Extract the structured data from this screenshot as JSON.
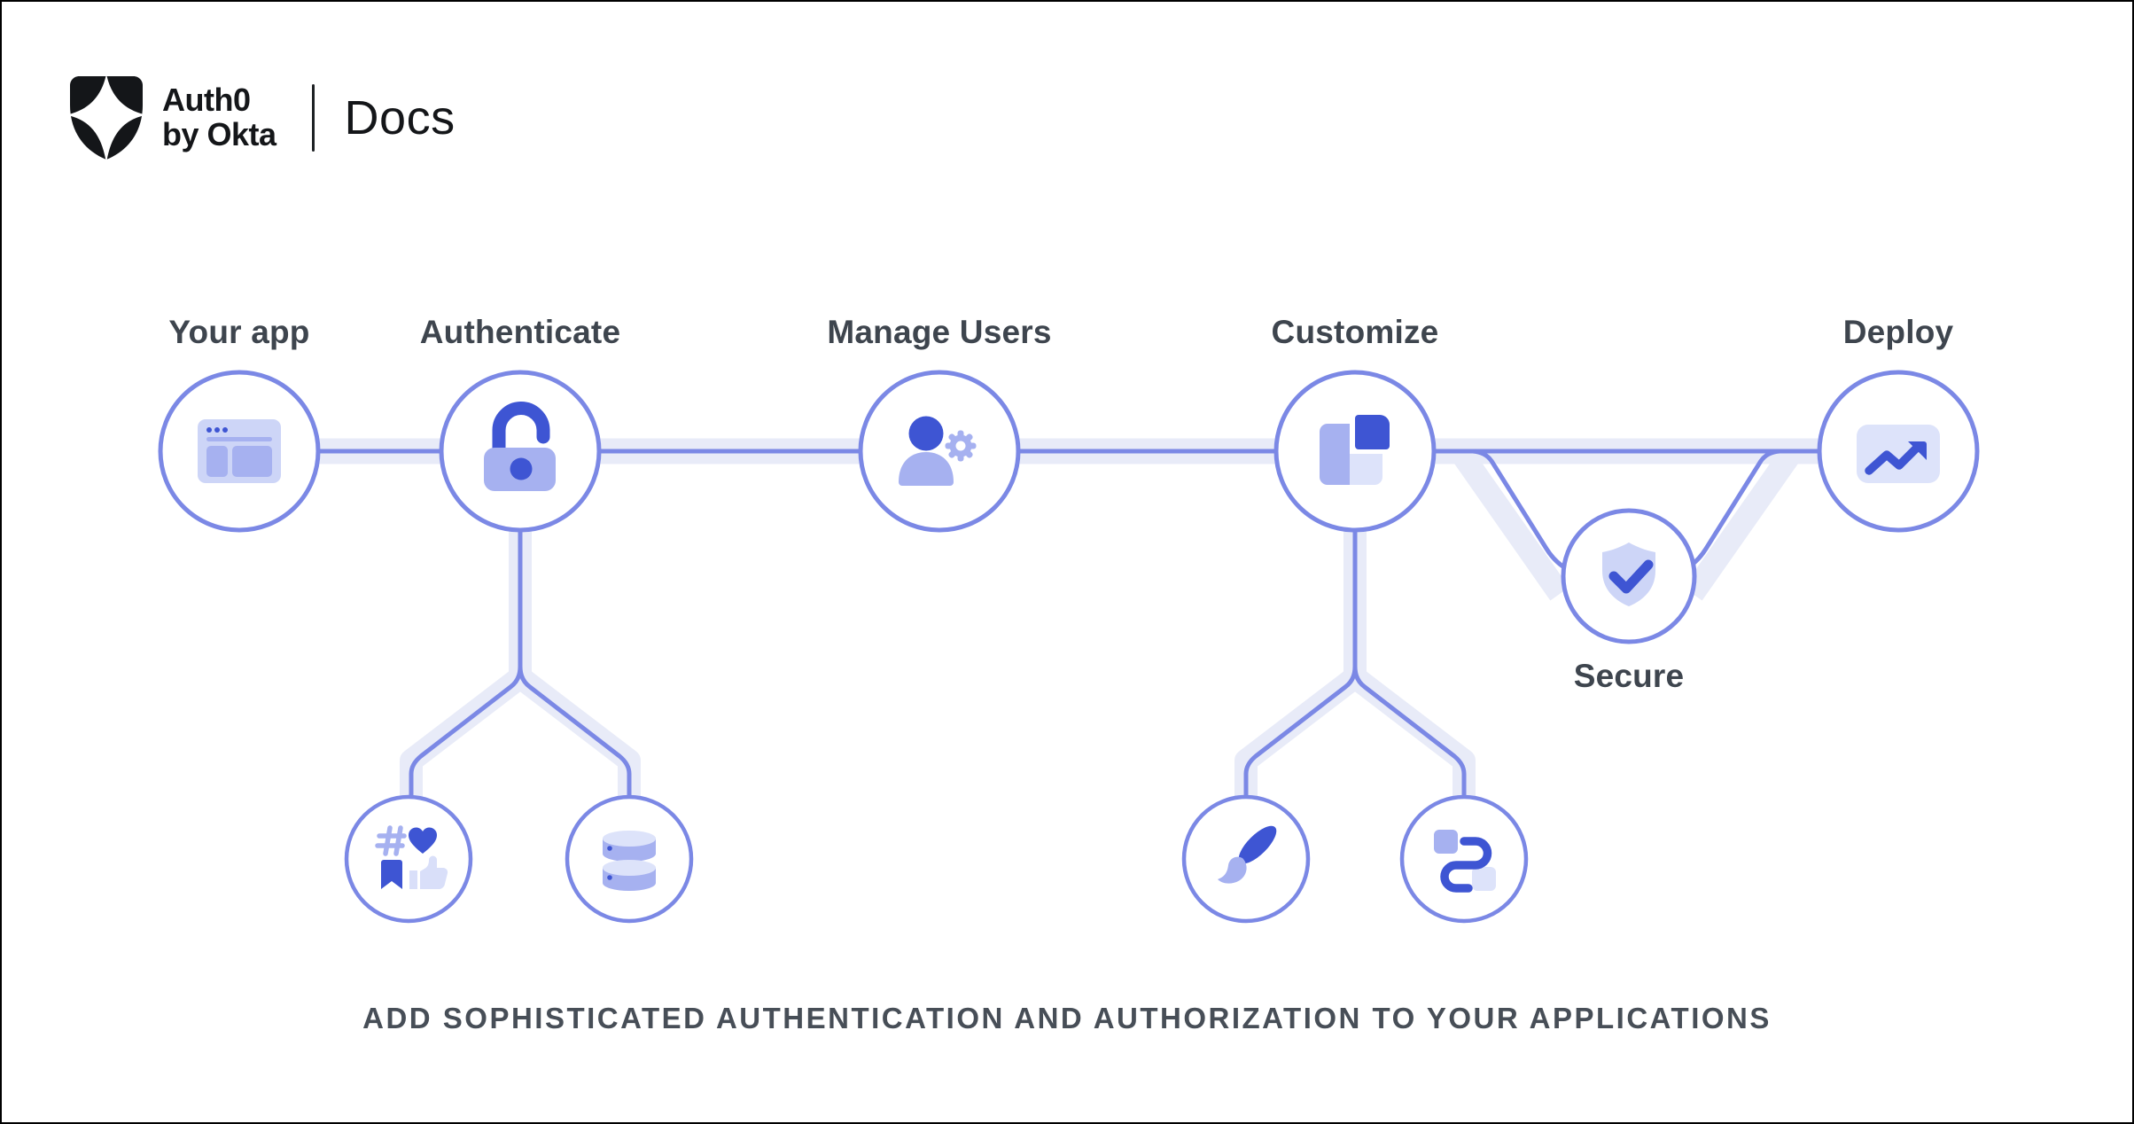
{
  "header": {
    "brand_line1": "Auth0",
    "brand_line2": "by Okta",
    "product": "Docs",
    "logo_icon": "auth0-shield-icon"
  },
  "diagram": {
    "labels": {
      "your_app": "Your app",
      "authenticate": "Authenticate",
      "manage_users": "Manage Users",
      "customize": "Customize",
      "deploy": "Deploy",
      "secure": "Secure"
    },
    "caption": "ADD SOPHISTICATED AUTHENTICATION AND AUTHORIZATION TO YOUR APPLICATIONS",
    "icons": {
      "your_app": "browser-window-icon",
      "authenticate": "open-padlock-icon",
      "manage_users": "user-gear-icon",
      "customize": "layout-blocks-icon",
      "deploy": "trending-up-icon",
      "secure": "shield-check-icon",
      "authenticate_child_1": "social-engagement-icon",
      "authenticate_child_2": "database-icon",
      "customize_child_1": "paintbrush-icon",
      "customize_child_2": "workflow-icon"
    },
    "colors": {
      "wire": "#7B88E5",
      "wire_glow": "#E8EBF8",
      "accent_blue": "#3E55D3",
      "icon_medium": "#A6B1F0",
      "icon_light": "#CDD5F7",
      "icon_pale": "#DDE3FA",
      "label_text": "#3E454E",
      "caption_text": "#474E57",
      "brand_text": "#141619"
    }
  }
}
